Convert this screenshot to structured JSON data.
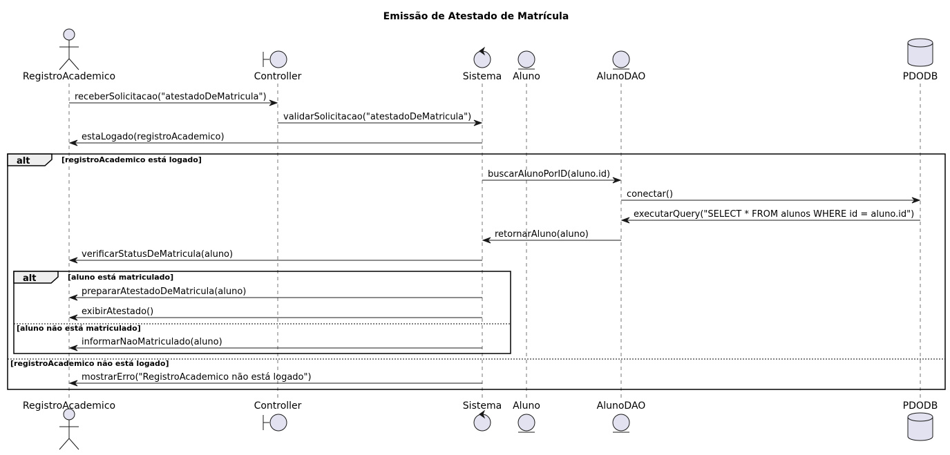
{
  "title": "Emissão de Atestado de Matrícula",
  "colors": {
    "participant_fill": "#e2e2f0",
    "stroke": "#181818",
    "lifeline": "#181818",
    "fragment_label_fill": "#eeeeee",
    "background": "#ffffff"
  },
  "participants": [
    {
      "id": "registro",
      "label": "RegistroAcademico",
      "shape": "actor"
    },
    {
      "id": "controller",
      "label": "Controller",
      "shape": "boundary"
    },
    {
      "id": "sistema",
      "label": "Sistema",
      "shape": "control"
    },
    {
      "id": "aluno",
      "label": "Aluno",
      "shape": "entity"
    },
    {
      "id": "alunodao",
      "label": "AlunoDAO",
      "shape": "entity"
    },
    {
      "id": "pdodb",
      "label": "PDODB",
      "shape": "database"
    }
  ],
  "messages": [
    {
      "from": "registro",
      "to": "controller",
      "label": "receberSolicitacao(\"atestadoDeMatricula\")"
    },
    {
      "from": "controller",
      "to": "sistema",
      "label": "validarSolicitacao(\"atestadoDeMatricula\")"
    },
    {
      "from": "sistema",
      "to": "registro",
      "label": "estaLogado(registroAcademico)"
    },
    {
      "from": "sistema",
      "to": "alunodao",
      "label": "buscarAlunoPorID(aluno.id)"
    },
    {
      "from": "alunodao",
      "to": "pdodb",
      "label": "conectar()"
    },
    {
      "from": "pdodb",
      "to": "alunodao",
      "label": "executarQuery(\"SELECT * FROM alunos WHERE id = aluno.id\")"
    },
    {
      "from": "alunodao",
      "to": "sistema",
      "label": "retornarAluno(aluno)"
    },
    {
      "from": "sistema",
      "to": "registro",
      "label": "verificarStatusDeMatricula(aluno)"
    },
    {
      "from": "sistema",
      "to": "registro",
      "label": "prepararAtestadoDeMatricula(aluno)"
    },
    {
      "from": "sistema",
      "to": "registro",
      "label": "exibirAtestado()"
    },
    {
      "from": "sistema",
      "to": "registro",
      "label": "informarNaoMatriculado(aluno)"
    },
    {
      "from": "sistema",
      "to": "registro",
      "label": "mostrarErro(\"RegistroAcademico não está logado\")"
    }
  ],
  "fragments": [
    {
      "keyword": "alt",
      "condition": "[registroAcademico está logado]",
      "else_condition": "[registroAcademico não está logado]"
    },
    {
      "keyword": "alt",
      "condition": "[aluno está matriculado]",
      "else_condition": "[aluno não está matriculado]"
    }
  ]
}
